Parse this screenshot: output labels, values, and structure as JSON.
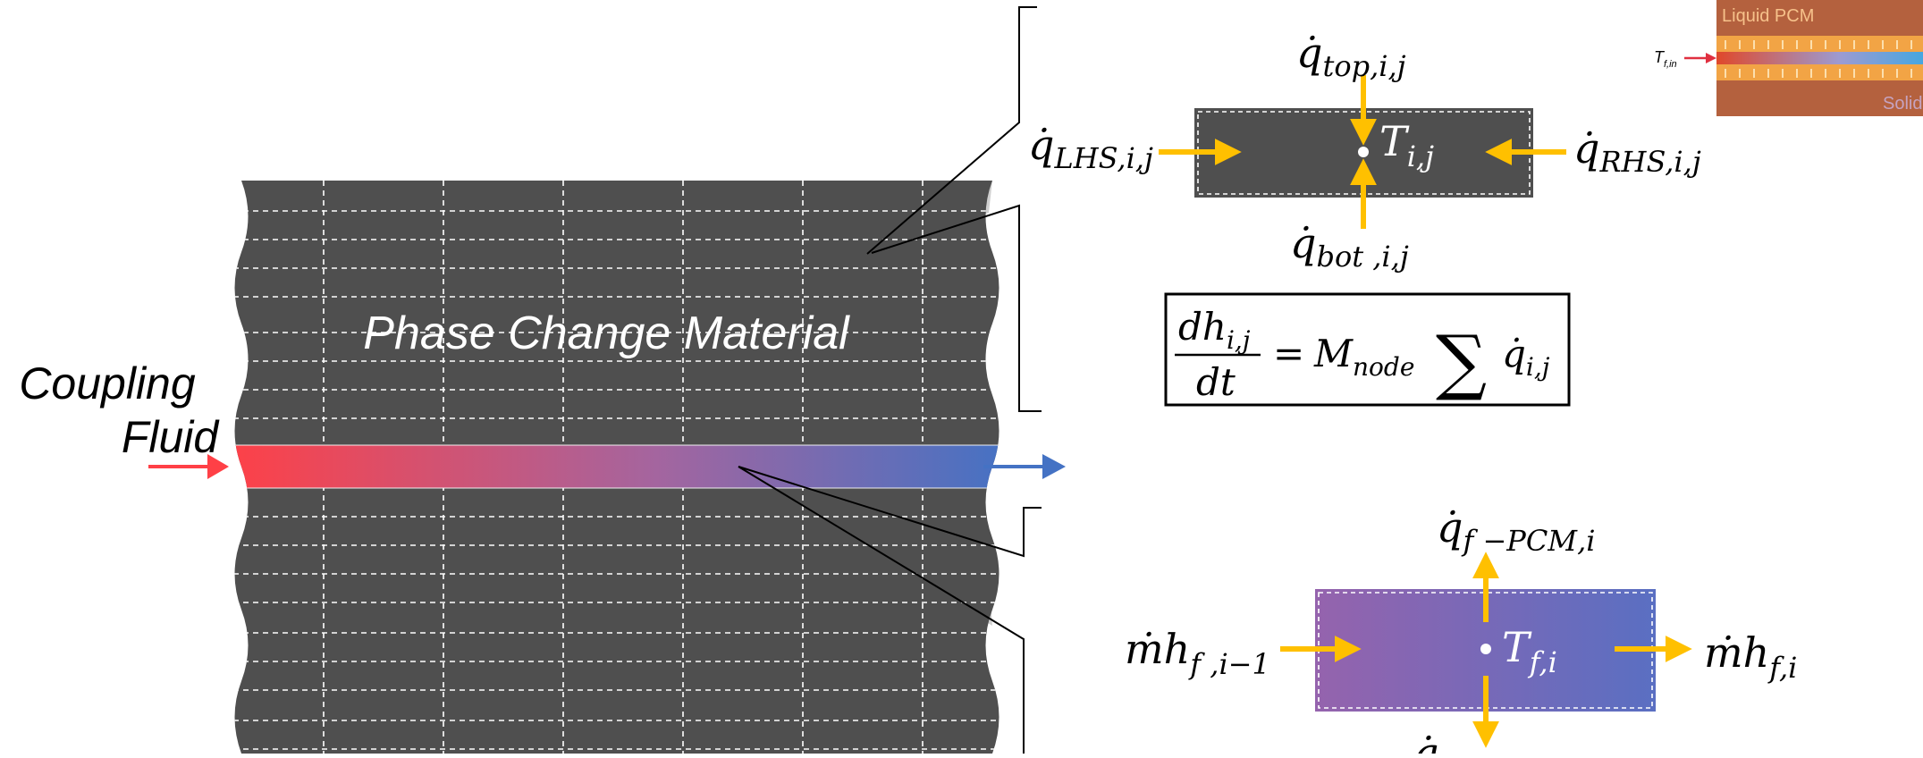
{
  "pcm": {
    "label": "Phase Change Material"
  },
  "inlet": {
    "label_line1": "Coupling",
    "label_line2": "Fluid"
  },
  "pcm_node": {
    "q_top": "q̇",
    "q_top_sub": "top,i,j",
    "q_bot": "q̇",
    "q_bot_sub": "bot ,i,j",
    "q_lhs": "q̇",
    "q_lhs_sub": "LHS,i,j",
    "q_rhs": "q̇",
    "q_rhs_sub": "RHS,i,j",
    "temp": "T",
    "temp_sub": "i,j"
  },
  "equation": {
    "numerator": "dh",
    "numerator_sub": "i,j",
    "denominator": "dt",
    "equals": "=",
    "mass": "M",
    "mass_sub": "node",
    "sum_symbol": "∑",
    "q": "q̇",
    "q_sub": "i,j"
  },
  "fluid_node": {
    "q_out": "q̇",
    "q_out_sub": "f −PCM,i",
    "inflow": "ṁh",
    "inflow_sub": "f ,i−1",
    "outflow": "ṁh",
    "outflow_sub": "f,i",
    "temp": "T",
    "temp_sub": "f,i",
    "q_bottom_partial": "q̇"
  },
  "thumbnail": {
    "top_label": "Liquid PCM",
    "left_label": "T",
    "left_label_sub": "f,in",
    "bottom_label": "Solid"
  },
  "colors": {
    "pcm_fill": "#4f4f4f",
    "grid_line": "#ffffff",
    "flow_hot": "#ff4046",
    "flow_cold": "#4472c4",
    "arrow_yellow": "#ffc000",
    "cone_gray": "#d0d0d0"
  }
}
